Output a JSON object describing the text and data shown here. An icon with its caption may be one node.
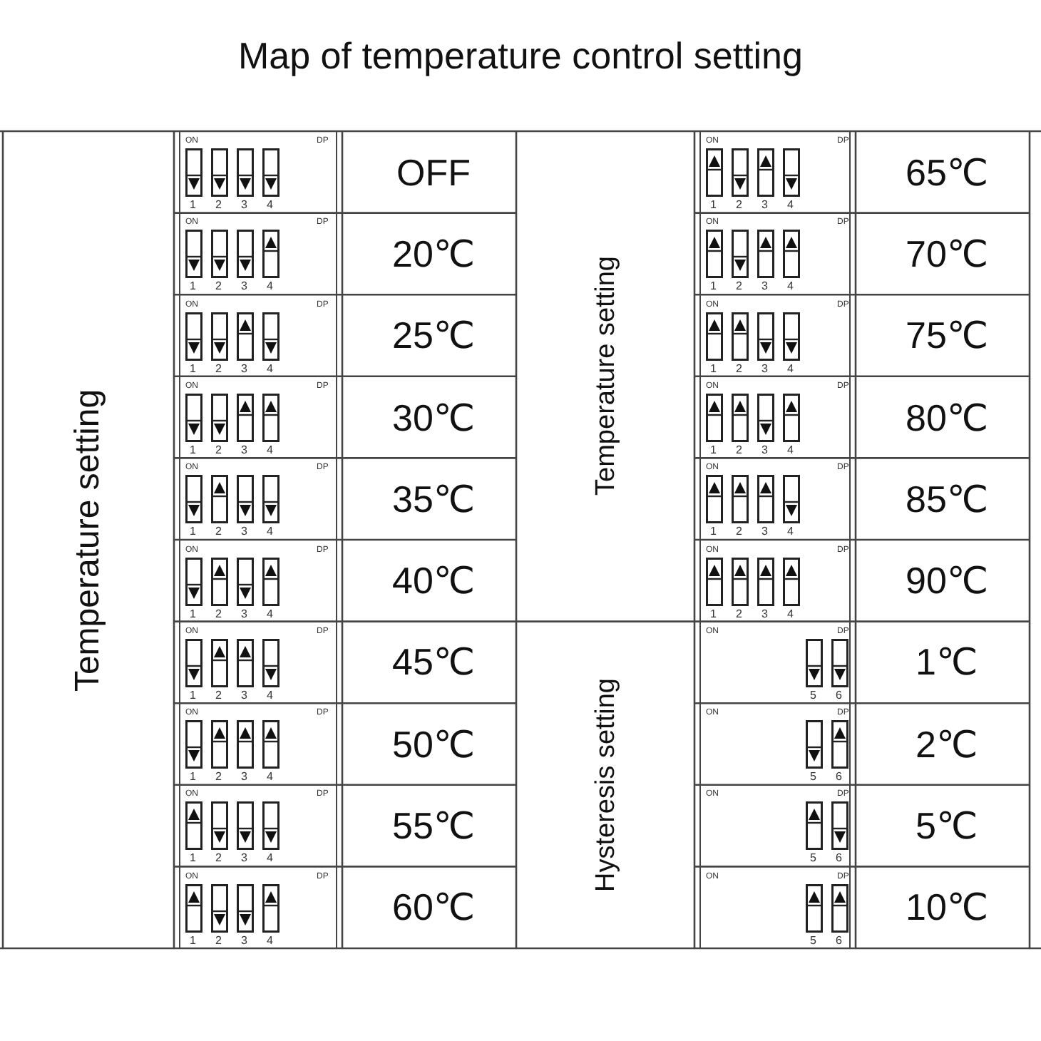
{
  "diagram": {
    "title": "Map of temperature control setting",
    "labels": [
      "Temperature setting",
      "ON",
      "DP",
      "1",
      "2",
      "3",
      "4",
      "OFF",
      "Temperature setting",
      "ON",
      "DP",
      "1",
      "2",
      "3",
      "4",
      "65℃",
      "ON",
      "DP",
      "1",
      "2",
      "3",
      "4",
      "20℃",
      "ON",
      "DP",
      "1",
      "2",
      "3",
      "4",
      "70℃",
      "ON",
      "DP",
      "1",
      "2",
      "3",
      "4",
      "25℃",
      "ON",
      "DP",
      "1",
      "2",
      "3",
      "4",
      "75℃",
      "ON",
      "DP",
      "1",
      "2",
      "3",
      "4",
      "30℃",
      "ON",
      "DP",
      "1",
      "2",
      "3",
      "4",
      "80℃",
      "ON",
      "DP",
      "1",
      "2",
      "3",
      "4",
      "35℃",
      "ON",
      "DP",
      "1",
      "2",
      "3",
      "4",
      "85℃",
      "ON",
      "DP",
      "1",
      "2",
      "3",
      "4",
      "40℃",
      "ON",
      "DP",
      "1",
      "2",
      "3",
      "4",
      "90℃",
      "ON",
      "DP",
      "1",
      "2",
      "3",
      "4",
      "45℃",
      "Hysteresis setting",
      "ON",
      "DP",
      "5",
      "6",
      "1℃",
      "ON",
      "DP",
      "1",
      "2",
      "3",
      "4",
      "50℃",
      "ON",
      "DP",
      "5",
      "6",
      "2℃",
      "ON",
      "DP",
      "1",
      "2",
      "3",
      "4",
      "55℃",
      "ON",
      "DP",
      "5",
      "6",
      "5℃",
      "ON",
      "DP",
      "1",
      "2",
      "3",
      "4",
      "60℃",
      "ON",
      "DP",
      "5",
      "6",
      "10℃"
    ]
  }
}
